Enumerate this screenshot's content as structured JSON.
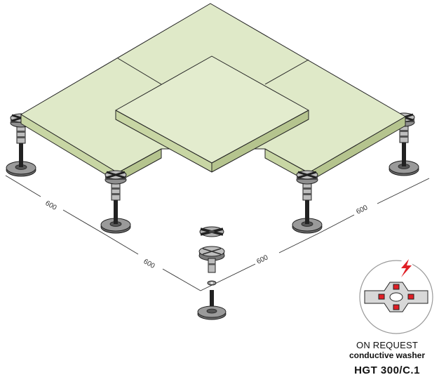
{
  "diagram": {
    "dimension_labels": [
      "600",
      "600",
      "600",
      "600"
    ],
    "colors": {
      "tile_top": "#dfe9c8",
      "tile_side": "#cad7a9",
      "outline": "#222222",
      "pedestal": "#3a3a3a",
      "accent_red": "#e01e25"
    },
    "icons": [
      "pedestal-support",
      "conductive-washer-icon",
      "lightning-icon"
    ]
  },
  "callout": {
    "line1": "ON REQUEST",
    "line2": "conductive washer",
    "line3": "HGT 300/C.1"
  }
}
